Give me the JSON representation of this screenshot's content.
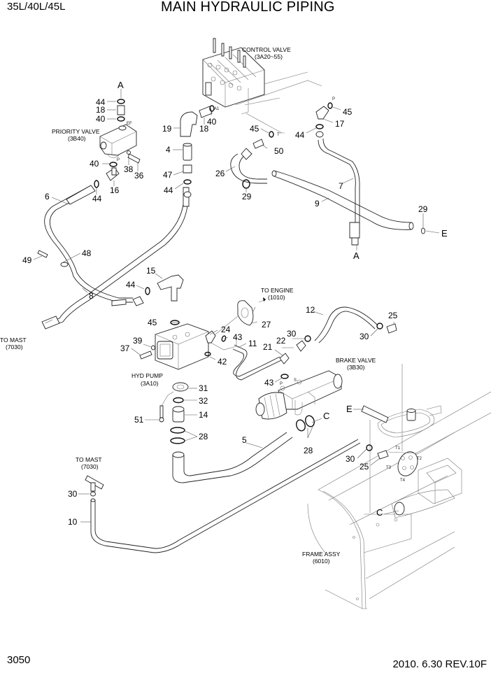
{
  "header": {
    "model": "35L/40L/45L",
    "title": "MAIN HYDRAULIC PIPING"
  },
  "footer": {
    "page_number": "3050",
    "revision": "2010. 6.30  REV.10F"
  },
  "assemblies": {
    "control_valve": {
      "name": "CONTROL VALVE",
      "ref": "(3A20~55)"
    },
    "priority_valve": {
      "name": "PRIORITY VALVE",
      "ref": "(3B40)"
    },
    "hyd_pump": {
      "name": "HYD PUMP",
      "ref": "(3A10)"
    },
    "brake_valve": {
      "name": "BRAKE VALVE",
      "ref": "(3B30)"
    },
    "frame_assy": {
      "name": "FRAME ASSY",
      "ref": "(6010)"
    },
    "to_engine": {
      "name": "TO ENGINE",
      "ref": "(1010)"
    },
    "to_mast_upper": {
      "name": "TO MAST",
      "ref": "(7030)"
    },
    "to_mast_lower": {
      "name": "TO MAST",
      "ref": "(7030)"
    }
  },
  "ports": {
    "A1": "A1",
    "T": "T",
    "P": "P",
    "EF": "EF",
    "P2": "P",
    "P3": "P",
    "S": "S",
    "T1": "T1",
    "T2": "T2",
    "T3": "T3",
    "T4": "T4"
  },
  "connection_refs": {
    "A_top": "A",
    "A_bottom": "A",
    "E_right": "E",
    "E_frame": "E",
    "C_brake": "C",
    "C_frame": "C"
  },
  "part_labels": [
    {
      "id": "p44a",
      "num": "44"
    },
    {
      "id": "p18a",
      "num": "18"
    },
    {
      "id": "p40a",
      "num": "40"
    },
    {
      "id": "p40b",
      "num": "40"
    },
    {
      "id": "p38",
      "num": "38"
    },
    {
      "id": "p36",
      "num": "36"
    },
    {
      "id": "p16",
      "num": "16"
    },
    {
      "id": "p44b",
      "num": "44"
    },
    {
      "id": "p6",
      "num": "6"
    },
    {
      "id": "p19",
      "num": "19"
    },
    {
      "id": "p18b",
      "num": "18"
    },
    {
      "id": "p40c",
      "num": "40"
    },
    {
      "id": "p4",
      "num": "4"
    },
    {
      "id": "p47",
      "num": "47"
    },
    {
      "id": "p44c",
      "num": "44"
    },
    {
      "id": "p45a",
      "num": "45"
    },
    {
      "id": "p50",
      "num": "50"
    },
    {
      "id": "p26",
      "num": "26"
    },
    {
      "id": "p29a",
      "num": "29"
    },
    {
      "id": "p45b",
      "num": "45"
    },
    {
      "id": "p17",
      "num": "17"
    },
    {
      "id": "p44d",
      "num": "44"
    },
    {
      "id": "p7",
      "num": "7"
    },
    {
      "id": "p9",
      "num": "9"
    },
    {
      "id": "p29b",
      "num": "29"
    },
    {
      "id": "p49",
      "num": "49"
    },
    {
      "id": "p48",
      "num": "48"
    },
    {
      "id": "p8",
      "num": "8"
    },
    {
      "id": "p15",
      "num": "15"
    },
    {
      "id": "p44e",
      "num": "44"
    },
    {
      "id": "p45c",
      "num": "45"
    },
    {
      "id": "p27",
      "num": "27"
    },
    {
      "id": "p24",
      "num": "24"
    },
    {
      "id": "p43a",
      "num": "43"
    },
    {
      "id": "p11",
      "num": "11"
    },
    {
      "id": "p42",
      "num": "42"
    },
    {
      "id": "p39",
      "num": "39"
    },
    {
      "id": "p37",
      "num": "37"
    },
    {
      "id": "p12",
      "num": "12"
    },
    {
      "id": "p25a",
      "num": "25"
    },
    {
      "id": "p30a",
      "num": "30"
    },
    {
      "id": "p30b",
      "num": "30"
    },
    {
      "id": "p22",
      "num": "22"
    },
    {
      "id": "p21",
      "num": "21"
    },
    {
      "id": "p43b",
      "num": "43"
    },
    {
      "id": "p31",
      "num": "31"
    },
    {
      "id": "p32",
      "num": "32"
    },
    {
      "id": "p51",
      "num": "51"
    },
    {
      "id": "p14",
      "num": "14"
    },
    {
      "id": "p28a",
      "num": "28"
    },
    {
      "id": "p28b",
      "num": "28"
    },
    {
      "id": "p5",
      "num": "5"
    },
    {
      "id": "p30c",
      "num": "30"
    },
    {
      "id": "p25b",
      "num": "25"
    },
    {
      "id": "p30d",
      "num": "30"
    },
    {
      "id": "p10",
      "num": "10"
    }
  ],
  "colors": {
    "ink": "#000000",
    "background": "#ffffff"
  }
}
